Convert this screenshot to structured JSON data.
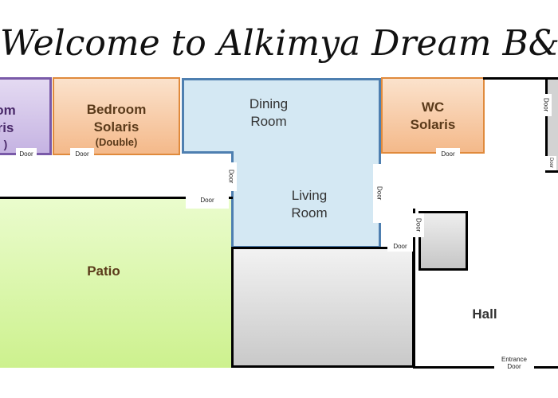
{
  "title": "Welcome to Alkimya Dream B&B",
  "rooms": {
    "room_partial": {
      "line1": "om",
      "line2": "ris",
      "line3": ")"
    },
    "bedroom_solaris": {
      "line1": "Bedroom",
      "line2": "Solaris",
      "line3": "(Double)"
    },
    "dining": {
      "line1": "Dining",
      "line2": "Room"
    },
    "living": {
      "line1": "Living",
      "line2": "Room"
    },
    "wc": {
      "line1": "WC",
      "line2": "Solaris"
    },
    "patio": "Patio",
    "hall": "Hall"
  },
  "doors": {
    "d1": "Door",
    "d2": "Door",
    "d3": "Door",
    "d4": "Door",
    "d5": "Door",
    "d6": "Door",
    "d7": "Door",
    "d8": "Door",
    "d9": "Door",
    "d10": "Door"
  },
  "entrance": {
    "line1": "Entrance",
    "line2": "Door"
  },
  "colors": {
    "purple_room": "#c9b6e4",
    "orange_room": "#f7c9a0",
    "blue_room": "#d4e8f3",
    "patio_green": "#dff7b5",
    "gray_block": "#d3d3d3"
  }
}
